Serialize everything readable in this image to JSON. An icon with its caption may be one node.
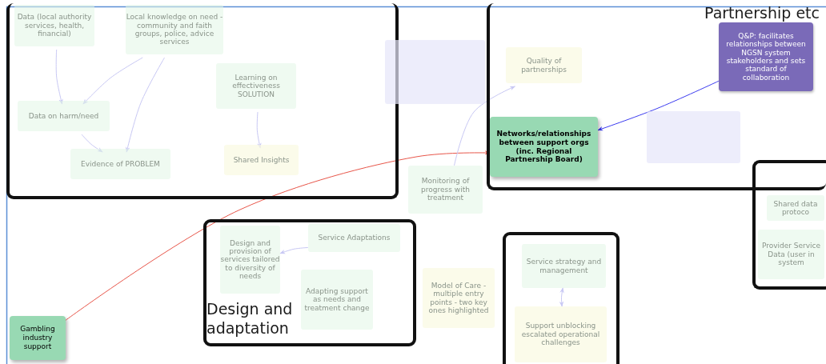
{
  "diagram": {
    "nodes": [
      {
        "text": [],
        "shape": "box"
      },
      {
        "text": [
          "Data (local authority services, health, financial)"
        ],
        "in": 0
      },
      {
        "text": [
          "Local knowledge on need - community and faith groups, police, advice services"
        ],
        "in": 0
      },
      {
        "text": [
          "Learning on effectiveness SOLUTION"
        ],
        "in": 0
      },
      {
        "text": [
          "Data on harm/need"
        ],
        "in": 0
      },
      {
        "text": [
          "Evidence of PROBLEM"
        ],
        "in": 0
      },
      {
        "text": [
          "Shared Insights"
        ],
        "in": 0
      },
      {
        "text": [],
        "shape": "box"
      },
      {
        "text": [
          "Partnership etc"
        ]
      },
      {
        "text": [
          "Quality of partnerships"
        ],
        "in": 8
      },
      {
        "text": [
          "Q&P: facilitates relationships between NGSN system stakeholders and sets standard of collaboration"
        ],
        "in": 8
      },
      {
        "text": [
          "Networks/relationships between support orgs (inc. Regional Partnership Board)"
        ],
        "in": 8
      },
      {
        "text": [],
        "shape": "box",
        "in": 8
      },
      {
        "text": [
          "Monitoring of progress with treatment"
        ]
      },
      {
        "text": [],
        "shape": "box"
      },
      {
        "text": [
          "Shared data protoco"
        ],
        "in": 14
      },
      {
        "text": [
          "Provider Service Data (user in system"
        ],
        "in": 14
      },
      {
        "text": [
          "Design and adaptation"
        ]
      },
      {
        "text": [
          "Design and provision of services tailored to diversity of needs"
        ],
        "in": 17
      },
      {
        "text": [
          "Service Adaptations"
        ],
        "in": 17
      },
      {
        "text": [
          "Adapting support as needs and treatment change"
        ],
        "in": 17
      },
      {
        "text": [
          "Model of Care - multiple entry points - two key ones highlighted"
        ]
      },
      {
        "text": [],
        "shape": "box"
      },
      {
        "text": [
          "Service strategy and management"
        ],
        "in": 22
      },
      {
        "text": [
          "Support unblocking escalated operational challenges"
        ],
        "in": 22
      },
      {
        "text": [
          "Gambling industry support"
        ]
      }
    ],
    "edges": [
      {
        "from": 25,
        "to": 11,
        "arrow": "to",
        "color": "#e8564a"
      },
      {
        "from": 10,
        "to": 11,
        "arrow": "to",
        "color": "#3b3bf0"
      },
      {
        "from": 1,
        "to": 4,
        "arrow": "to"
      },
      {
        "from": 2,
        "to": 4,
        "arrow": "to"
      },
      {
        "from": 4,
        "to": 5,
        "arrow": "to"
      },
      {
        "from": 2,
        "to": 5,
        "arrow": "to"
      },
      {
        "from": 3,
        "to": 6,
        "arrow": "to"
      },
      {
        "from": 13,
        "to": 9,
        "arrow": "to"
      },
      {
        "from": 19,
        "to": 18,
        "arrow": "to"
      },
      {
        "from": 23,
        "to": 24,
        "arrow": "both"
      }
    ]
  }
}
